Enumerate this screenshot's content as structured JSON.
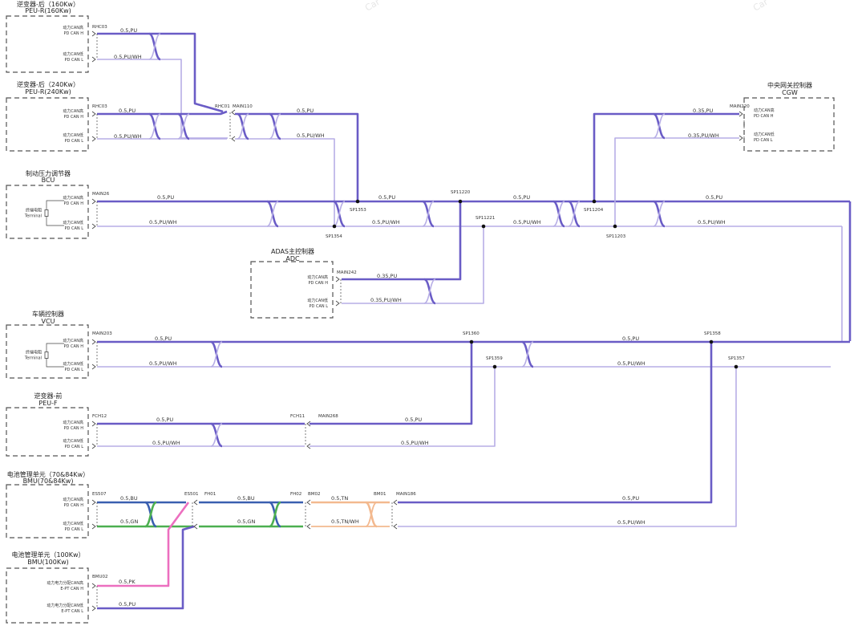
{
  "watermark": "Car",
  "colors": {
    "pu": "#6a5cc6",
    "pu_light": "#b7aee6",
    "bu": "#3a5fb0",
    "gn": "#4caf50",
    "tn": "#f3b98f",
    "pk": "#ec6fbf",
    "box": "#555555"
  },
  "modules": [
    {
      "id": "peu_r160",
      "title": "逆变器-后（160Kw）",
      "subtitle": "PEU-R(160Kw)",
      "pins": [
        [
          "动力CAN高",
          "PD CAN H"
        ],
        [
          "动力CAN低",
          "PD CAN L"
        ]
      ]
    },
    {
      "id": "peu_r240",
      "title": "逆变器-后（240Kw）",
      "subtitle": "PEU-R(240Kw)",
      "pins": [
        [
          "动力CAN高",
          "PD CAN H"
        ],
        [
          "动力CAN低",
          "PD CAN L"
        ]
      ]
    },
    {
      "id": "bcu",
      "title": "制动压力调节器",
      "subtitle": "BCU",
      "pins": [
        [
          "动力CAN高",
          "PD CAN H"
        ],
        [
          "动力CAN低",
          "PD CAN L"
        ]
      ],
      "terminal": [
        "终端电阻",
        "Terminal"
      ]
    },
    {
      "id": "adc",
      "title": "ADAS主控制器",
      "subtitle": "ADC",
      "pins": [
        [
          "动力CAN高",
          "PD CAN H"
        ],
        [
          "动力CAN低",
          "PD CAN L"
        ]
      ]
    },
    {
      "id": "cgw",
      "title": "中央网关控制器",
      "subtitle": "CGW",
      "pins": [
        [
          "动力CAN高",
          "PD CAN H"
        ],
        [
          "动力CAN低",
          "PD CAN L"
        ]
      ]
    },
    {
      "id": "vcu",
      "title": "车辆控制器",
      "subtitle": "VCU",
      "pins": [
        [
          "动力CAN高",
          "PD CAN H"
        ],
        [
          "动力CAN低",
          "PD CAN L"
        ]
      ],
      "terminal": [
        "终端电阻",
        "Terminal"
      ]
    },
    {
      "id": "peu_f",
      "title": "逆变器-前",
      "subtitle": "PEU-F",
      "pins": [
        [
          "动力CAN高",
          "PD CAN H"
        ],
        [
          "动力CAN低",
          "PD CAN L"
        ]
      ]
    },
    {
      "id": "bmu70",
      "title": "电池管理单元（70&84Kw）",
      "subtitle": "BMU(70&84Kw)",
      "pins": [
        [
          "动力CAN高",
          "PD CAN H"
        ],
        [
          "动力CAN低",
          "PD CAN L"
        ]
      ]
    },
    {
      "id": "bmu100",
      "title": "电池管理单元（100Kw）",
      "subtitle": "BMU(100Kw)",
      "pins": [
        [
          "动力电力分配CAN高",
          "E-PT CAN H"
        ],
        [
          "动力电力分配CAN低",
          "E-PT CAN L"
        ]
      ]
    }
  ],
  "connectors": [
    "RHC03",
    "RHC03",
    "RHC01",
    "MAIN110",
    "MAIN26",
    "SP1353",
    "SP1354",
    "SP11220",
    "SP11221",
    "SP11204",
    "SP11203",
    "MAIN220",
    "MAIN242",
    "MAIN203",
    "SP1360",
    "SP1359",
    "SP1358",
    "SP1357",
    "FCH12",
    "FCH11",
    "MAIN268",
    "ES507",
    "ES501",
    "FH01",
    "FH02",
    "BM02",
    "BM01",
    "MAIN186",
    "BMU02"
  ],
  "wire_labels": {
    "pu": "0.5,PU",
    "puwh": "0.5,PU/WH",
    "pu035": "0.35,PU",
    "puwh035": "0.35,PU/WH",
    "bu": "0.5,BU",
    "gn": "0.5,GN",
    "tn": "0.5,TN",
    "tnwh": "0.5,TN/WH",
    "pk": "0.5,PK"
  }
}
